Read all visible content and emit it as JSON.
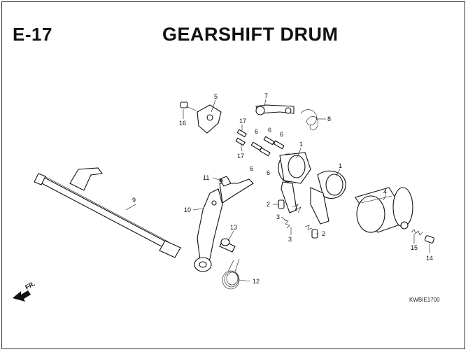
{
  "page": {
    "code": "E-17",
    "title": "GEARSHIFT DRUM",
    "reference": "KWBIE1700",
    "direction": "FR."
  },
  "callouts": [
    "1",
    "1",
    "2",
    "2",
    "3",
    "3",
    "4",
    "5",
    "6",
    "6",
    "6",
    "6",
    "6",
    "7",
    "8",
    "9",
    "10",
    "11",
    "12",
    "13",
    "14",
    "15",
    "16",
    "17",
    "17"
  ]
}
